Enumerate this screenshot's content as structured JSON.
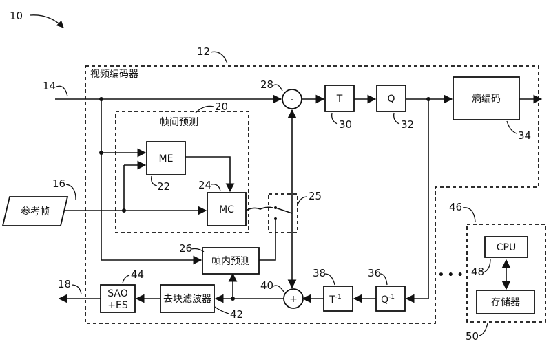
{
  "refs": {
    "system": "10",
    "encoder": "12",
    "input": "14",
    "reference": "16",
    "output": "18",
    "inter": "20",
    "me": "22",
    "mc": "24",
    "switch": "25",
    "intra": "26",
    "sub": "28",
    "t": "30",
    "q": "32",
    "entropy": "34",
    "iq": "36",
    "it": "38",
    "add": "40",
    "deblock": "42",
    "sao": "44",
    "device": "46",
    "cpu": "48",
    "memory": "50"
  },
  "labels": {
    "encoder": "视频编码器",
    "inter": "帧间预测",
    "reference": "参考帧",
    "me": "ME",
    "mc": "MC",
    "t": "T",
    "q": "Q",
    "entropy": "熵编码",
    "intra": "帧内预测",
    "it_base": "T",
    "it_sup": "-1",
    "iq_base": "Q",
    "iq_sup": "-1",
    "deblock": "去块滤波器",
    "sao_line1": "SAO",
    "sao_line2": "+ES",
    "cpu": "CPU",
    "memory": "存储器",
    "ellipsis": "• • •",
    "minus": "-",
    "plus": "+"
  }
}
